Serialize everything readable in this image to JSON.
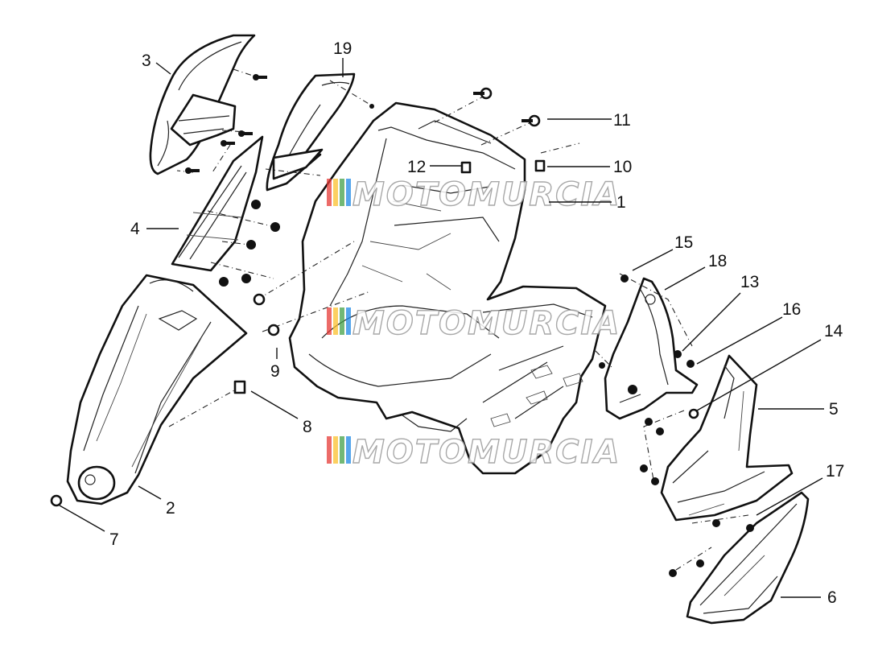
{
  "diagram": {
    "callouts": [
      {
        "id": "1",
        "label": "1"
      },
      {
        "id": "2",
        "label": "2"
      },
      {
        "id": "3",
        "label": "3"
      },
      {
        "id": "4",
        "label": "4"
      },
      {
        "id": "5",
        "label": "5"
      },
      {
        "id": "6",
        "label": "6"
      },
      {
        "id": "7",
        "label": "7"
      },
      {
        "id": "8",
        "label": "8"
      },
      {
        "id": "9",
        "label": "9"
      },
      {
        "id": "10",
        "label": "10"
      },
      {
        "id": "11",
        "label": "11"
      },
      {
        "id": "12",
        "label": "12"
      },
      {
        "id": "13",
        "label": "13"
      },
      {
        "id": "14",
        "label": "14"
      },
      {
        "id": "15",
        "label": "15"
      },
      {
        "id": "16",
        "label": "16"
      },
      {
        "id": "17",
        "label": "17"
      },
      {
        "id": "18",
        "label": "18"
      },
      {
        "id": "19",
        "label": "19"
      }
    ],
    "watermark": {
      "text": "MOTOMURCIA",
      "colors": [
        "#e53935",
        "#fbc02d",
        "#43a047",
        "#1e88e5"
      ]
    }
  }
}
